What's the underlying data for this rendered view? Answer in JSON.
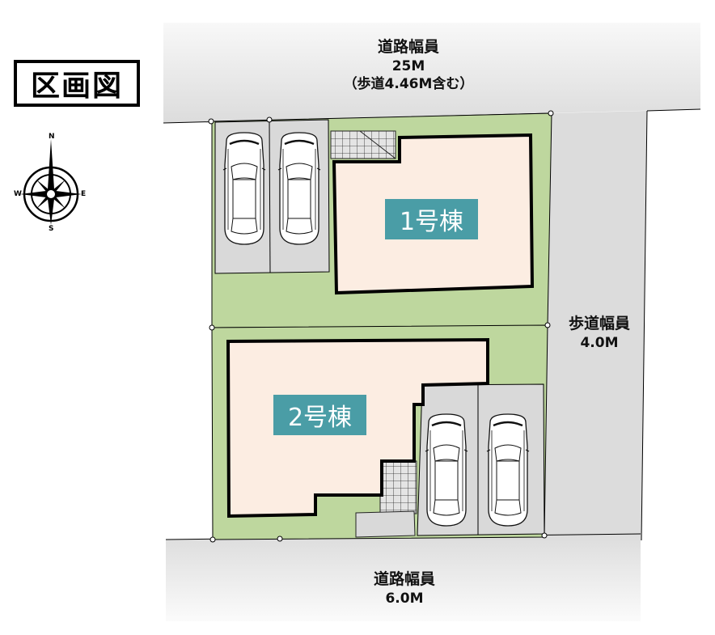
{
  "title": "区画図",
  "compass": {
    "icon": "compass-rose-icon",
    "n": "N",
    "s": "S",
    "e": "E",
    "w": "W"
  },
  "roads": {
    "north": {
      "label": "道路幅員",
      "width": "25M",
      "note": "（歩道4.46M含む）"
    },
    "east": {
      "label": "歩道幅員",
      "width": "4.0M"
    },
    "south": {
      "label": "道路幅員",
      "width": "6.0M"
    }
  },
  "lots": [
    {
      "id": "lot-1",
      "label": "1号棟",
      "parking_spaces": 2
    },
    {
      "id": "lot-2",
      "label": "2号棟",
      "parking_spaces": 2
    }
  ],
  "colors": {
    "road": "#dcdcdc",
    "lawn": "#bed79e",
    "building": "#fcede2",
    "label_bg": "#4a9da6",
    "parking": "#d9d9d9",
    "outline": "#000000"
  }
}
